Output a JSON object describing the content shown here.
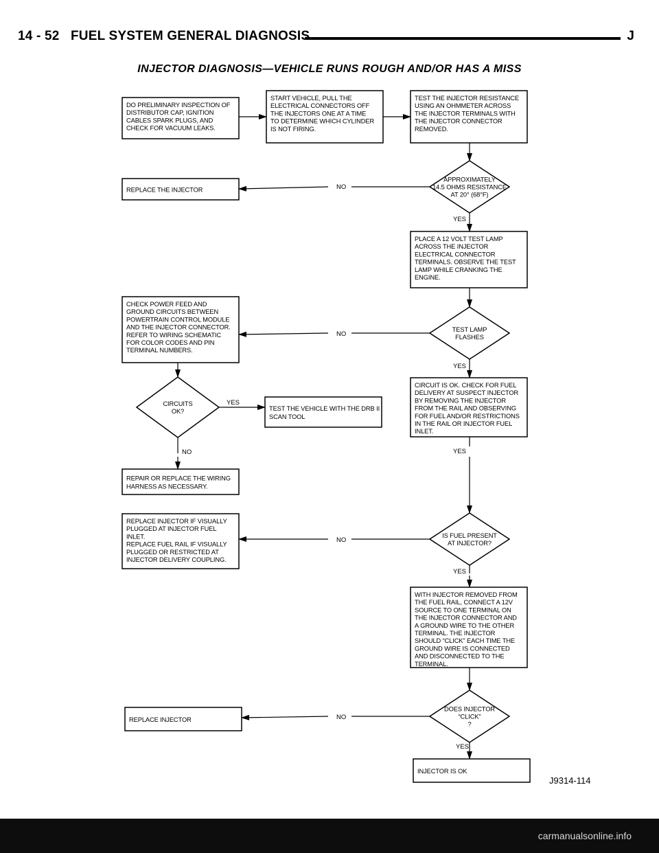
{
  "header": {
    "left": "14 - 52   FUEL SYSTEM GENERAL DIAGNOSIS",
    "right": "J"
  },
  "title": "INJECTOR DIAGNOSIS—VEHICLE RUNS ROUGH AND/OR HAS A MISS",
  "boxes": {
    "preliminary": [
      "DO PRELIMINARY INSPECTION OF",
      "DISTRIBUTOR CAP, IGNITION",
      "CABLES SPARK PLUGS, AND",
      "CHECK FOR VACUUM LEAKS."
    ],
    "start_vehicle": [
      "START VEHICLE, PULL THE",
      "ELECTRICAL CONNECTORS OFF",
      "THE INJECTORS ONE AT A TIME",
      "TO DETERMINE WHICH CYLINDER",
      "IS NOT FIRING."
    ],
    "test_resistance": [
      "TEST THE INJECTOR RESISTANCE",
      "USING AN OHMMETER ACROSS",
      "THE INJECTOR TERMINALS WITH",
      "THE INJECTOR CONNECTOR",
      "REMOVED."
    ],
    "replace_injector_1": [
      "REPLACE THE INJECTOR"
    ],
    "test_lamp": [
      "PLACE A 12 VOLT TEST LAMP",
      "ACROSS THE INJECTOR",
      "ELECTRICAL CONNECTOR",
      "TERMINALS. OBSERVE THE TEST",
      "LAMP WHILE CRANKING THE",
      "ENGINE."
    ],
    "check_power": [
      "CHECK POWER FEED AND",
      "GROUND CIRCUITS BETWEEN",
      "POWERTRAIN CONTROL MODULE",
      "AND THE INJECTOR CONNECTOR.",
      "REFER TO WIRING SCHEMATIC",
      "FOR COLOR CODES AND PIN",
      "TERMINAL NUMBERS."
    ],
    "circuit_ok": [
      "CIRCUIT IS OK. CHECK FOR FUEL",
      "DELIVERY AT SUSPECT INJECTOR",
      "BY REMOVING THE INJECTOR",
      "FROM THE RAIL AND OBSERVING",
      "FOR FUEL AND/OR RESTRICTIONS",
      "IN THE RAIL OR INJECTOR FUEL",
      "INLET."
    ],
    "test_drb": [
      "TEST THE VEHICLE WITH THE DRB II",
      "SCAN TOOL"
    ],
    "repair_wiring": [
      "REPAIR OR REPLACE THE WIRING",
      "HARNESS AS NECESSARY."
    ],
    "replace_plugged": [
      "REPLACE INJECTOR IF VISUALLY",
      "PLUGGED AT INJECTOR FUEL",
      "INLET.",
      "REPLACE FUEL RAIL IF VISUALLY",
      "PLUGGED OR RESTRICTED AT",
      "INJECTOR DELIVERY COUPLING."
    ],
    "click_test": [
      "WITH INJECTOR REMOVED FROM",
      "THE FUEL RAIL, CONNECT A 12V",
      "SOURCE TO ONE TERMINAL ON",
      "THE INJECTOR CONNECTOR AND",
      "A GROUND WIRE TO THE OTHER",
      "TERMINAL. THE INJECTOR",
      "SHOULD “CLICK” EACH TIME THE",
      "GROUND WIRE IS CONNECTED",
      "AND DISCONNECTED TO THE",
      "TERMINAL."
    ],
    "replace_injector_2": [
      "REPLACE INJECTOR"
    ],
    "injector_ok": [
      "INJECTOR IS OK"
    ]
  },
  "decisions": {
    "ohms": [
      "APPROXIMATELY",
      "14.5 OHMS RESISTANCE",
      "AT 20° (68°F)"
    ],
    "lamp_flashes": [
      "TEST LAMP",
      "FLASHES"
    ],
    "circuits_ok": [
      "CIRCUITS",
      "OK?"
    ],
    "fuel_present": [
      "IS FUEL PRESENT",
      "AT INJECTOR?"
    ],
    "injector_click": [
      "DOES INJECTOR",
      "“CLICK”",
      "?"
    ]
  },
  "labels": {
    "yes": "YES",
    "no": "NO"
  },
  "figure_code": "J9314-114",
  "footer": "carmanualsonline.info"
}
